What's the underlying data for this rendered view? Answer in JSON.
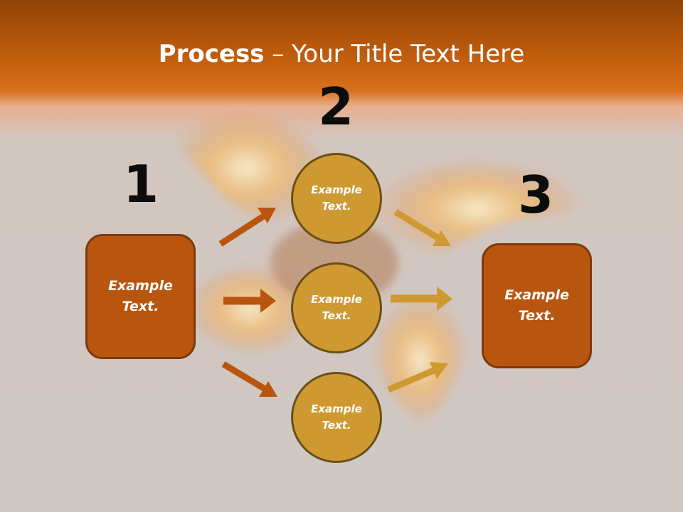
{
  "title": {
    "bold": "Process",
    "rest": " – Your Title Text Here"
  },
  "steps": {
    "one": "1",
    "two": "2",
    "three": "3"
  },
  "left_box": {
    "label": "Example\nText."
  },
  "right_box": {
    "label": "Example\nText."
  },
  "circles": [
    {
      "label": "Example\nText."
    },
    {
      "label": "Example\nText."
    },
    {
      "label": "Example\nText."
    }
  ],
  "colors": {
    "box_fill": "#b8560f",
    "circle_fill": "#cf9932",
    "arrow_left": "#b8560f",
    "arrow_right": "#cf9932",
    "header": "#c9620f"
  }
}
